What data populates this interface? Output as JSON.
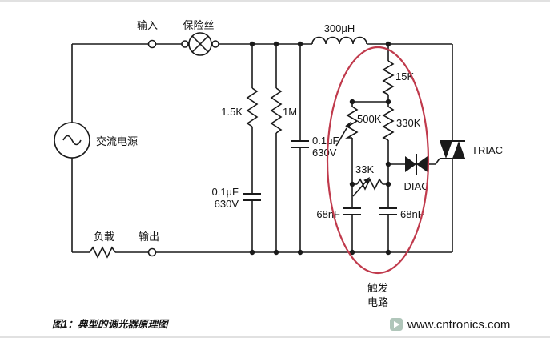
{
  "colors": {
    "ellipse_red": "#c03a4c",
    "caption_blue": "#2323cb",
    "watermark_green": "#b0c6ba",
    "wire_black": "#1a1a1a"
  },
  "schematic": {
    "source": {
      "input_label": "输入",
      "fuse_label": "保险丝",
      "ac_label": "交流电源",
      "inductor_label": "300μH"
    },
    "filter": {
      "r_1k5": "1.5K",
      "r_1m": "1M",
      "c_left_value": "0.1μF",
      "c_left_voltage": "630V",
      "c_mid_value": "0.1μF",
      "c_mid_voltage": "630V"
    },
    "trigger": {
      "r_15k": "15K",
      "pot_500k": "500K",
      "r_330k": "330K",
      "r_33k": "33K",
      "c_68_left": "68nF",
      "c_68_right": "68nF",
      "diac": "DIAC",
      "label_line1": "触发",
      "label_line2": "电路"
    },
    "switch": {
      "triac": "TRIAC"
    },
    "output": {
      "load_label": "负载",
      "output_label": "输出"
    }
  },
  "caption": "图1：典型的调光器原理图",
  "watermark": {
    "url": "www.cntronics.com"
  }
}
